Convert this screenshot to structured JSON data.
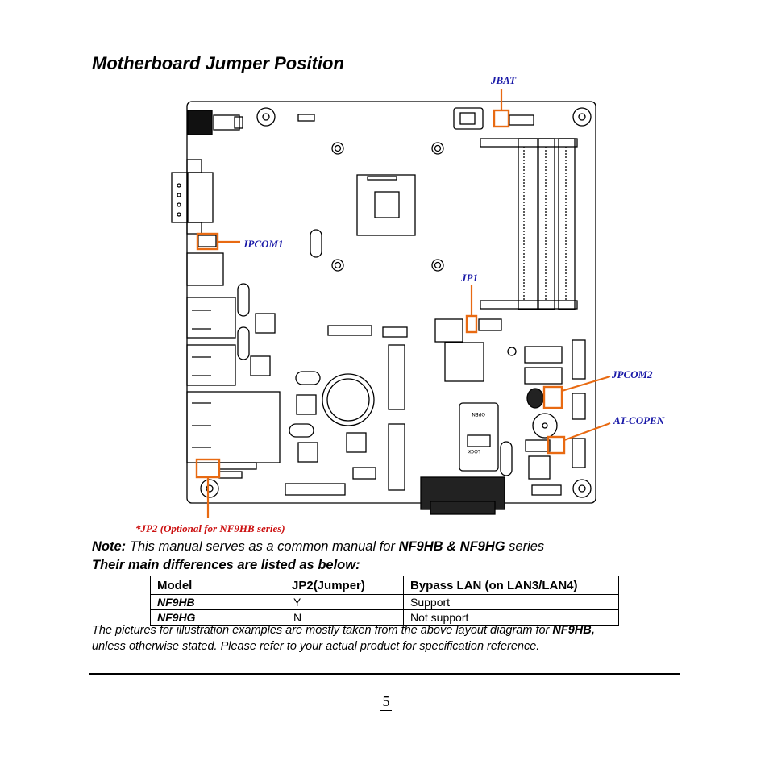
{
  "page": {
    "title": "Motherboard Jumper Position",
    "page_number": "5"
  },
  "labels": {
    "jbat": "JBAT",
    "jpcom1": "JPCOM1",
    "jp1": "JP1",
    "jpcom2": "JPCOM2",
    "at_copen": "AT-COPEN",
    "jp2": "*JP2 (Optional for NF9HB series)"
  },
  "board_text": {
    "open": "OPEN",
    "lock": "LOCK"
  },
  "note": {
    "prefix": "Note:",
    "text": " This manual serves as a common manual for ",
    "models": "NF9HB & NF9HG",
    "suffix": " series",
    "differences": "Their main differences are listed as below:"
  },
  "table": {
    "headers": [
      "Model",
      "JP2(Jumper)",
      "Bypass LAN (on LAN3/LAN4)"
    ],
    "rows": [
      [
        "NF9HB",
        "Y",
        "Support"
      ],
      [
        "NF9HG",
        "N",
        "Not support"
      ]
    ]
  },
  "footnote": {
    "line1_a": "The pictures for illustration examples are mostly taken from the above layout diagram for ",
    "line1_b": "NF9HB,",
    "line2": "unless otherwise stated. Please refer to your actual product for specification reference."
  },
  "colors": {
    "highlight": "#e86a12",
    "label_blue": "#1a1aa8",
    "label_red": "#cc1111"
  }
}
